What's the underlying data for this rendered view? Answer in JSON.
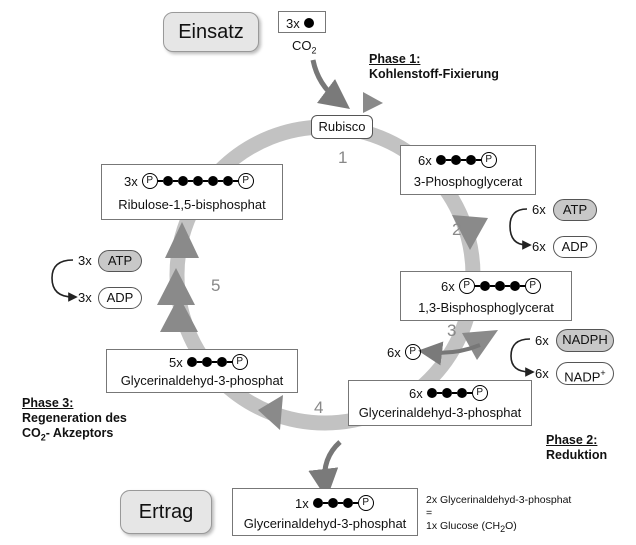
{
  "einsatz": "Einsatz",
  "ertrag": "Ertrag",
  "co2_box": {
    "count": "3x",
    "label": "CO",
    "sub": "2"
  },
  "rubisco": "Rubisco",
  "phase1": {
    "title": "Phase 1:",
    "text": "Kohlenstoff-Fixierung"
  },
  "phase2": {
    "title": "Phase 2:",
    "text": "Reduktion"
  },
  "phase3": {
    "title": "Phase 3:",
    "line1": "Regeneration des",
    "line2_a": "CO",
    "line2_sub": "2",
    "line2_b": "- Akzeptors"
  },
  "step_numbers": {
    "s1": "1",
    "s2": "2",
    "s3": "3",
    "s4": "4",
    "s5": "5"
  },
  "p_symbol": "P",
  "molecules": {
    "ribulose": {
      "count": "3x",
      "name": "Ribulose-1,5-bisphosphat"
    },
    "pga": {
      "count": "6x",
      "name": "3-Phosphoglycerat"
    },
    "bpg": {
      "count": "6x",
      "name": "1,3-Bisphosphoglycerat"
    },
    "g3p6": {
      "count": "6x",
      "name": "Glycerinaldehyd-3-phosphat"
    },
    "g3p5": {
      "count": "5x",
      "name": "Glycerinaldehyd-3-phosphat"
    },
    "g3p1": {
      "count": "1x",
      "name": "Glycerinaldehyd-3-phosphat"
    }
  },
  "cofactors": {
    "atp_in_right": {
      "count": "6x",
      "label": "ATP"
    },
    "adp_out_right": {
      "count": "6x",
      "label": "ADP"
    },
    "nadph_in": {
      "count": "6x",
      "label": "NADPH"
    },
    "nadp_out": {
      "count": "6x",
      "label": "NADP",
      "sup": "+"
    },
    "p_out": {
      "count": "6x"
    },
    "atp_in_left": {
      "count": "3x",
      "label": "ATP"
    },
    "adp_out_left": {
      "count": "3x",
      "label": "ADP"
    }
  },
  "note": {
    "line1": "2x Glycerinaldehyd-3-phosphat",
    "line2": "=",
    "line3a": "1x Glucose (CH",
    "line3sub": "2",
    "line3b": "O)"
  }
}
